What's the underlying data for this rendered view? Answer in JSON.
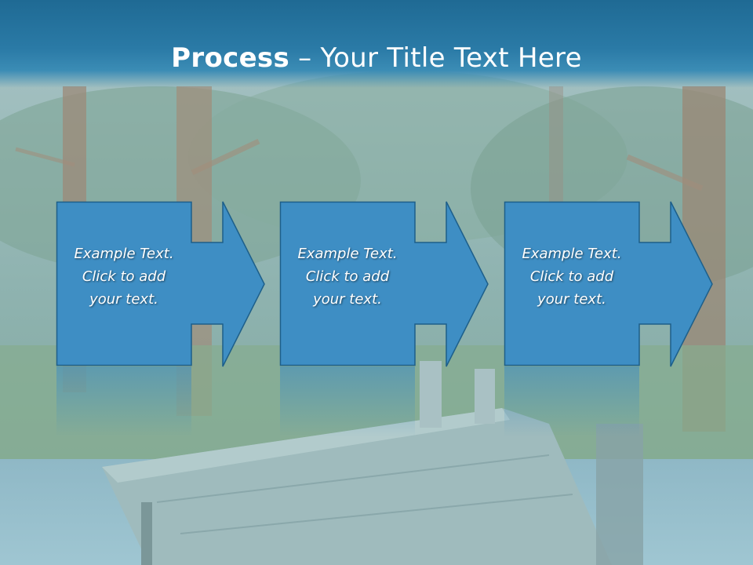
{
  "title": {
    "bold": "Process",
    "rest": " – Your Title Text Here"
  },
  "steps": [
    {
      "text": "Example Text.\nClick  to add\nyour text."
    },
    {
      "text": "Example Text.\nClick  to add\nyour text."
    },
    {
      "text": "Example Text.\nClick  to add\nyour text."
    }
  ],
  "colors": {
    "title_bar": "#2a7aa6",
    "box_fill": "#3e8ec4",
    "box_border": "#1d5f8a",
    "text": "#ffffff"
  }
}
